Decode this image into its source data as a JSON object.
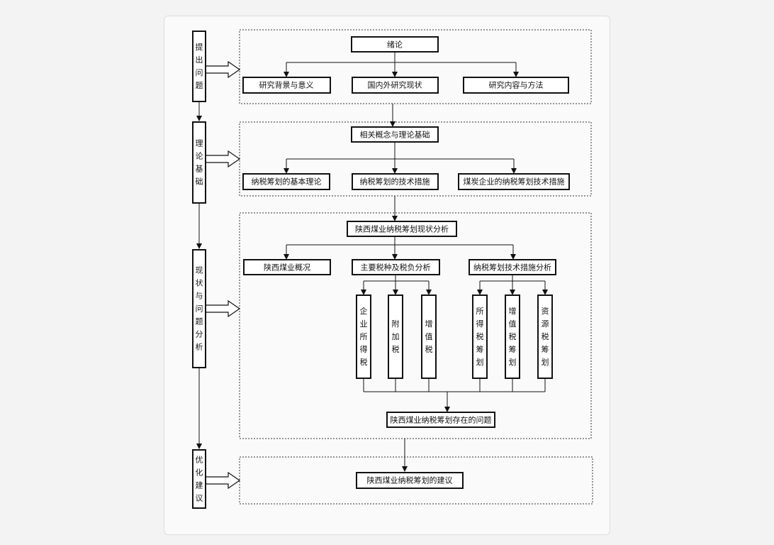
{
  "stages": [
    "提出问题",
    "理论基础",
    "现状与问题分析",
    "优化建议"
  ],
  "section1": {
    "title": "绪论",
    "items": [
      "研究背景与意义",
      "国内外研究现状",
      "研究内容与方法"
    ]
  },
  "section2": {
    "title": "相关概念与理论基础",
    "items": [
      "纳税筹划的基本理论",
      "纳税筹划的技术措施",
      "煤炭企业的纳税筹划技术措施"
    ]
  },
  "section3": {
    "title": "陕西煤业纳税筹划现状分析",
    "items": [
      "陕西煤业概况",
      "主要税种及税负分析",
      "纳税筹划技术措施分析"
    ],
    "tax_types": [
      "企业所得税",
      "附加税",
      "增值税"
    ],
    "planning_types": [
      "所得税筹划",
      "增值税筹划",
      "资源税筹划"
    ],
    "conclusion": "陕西煤业纳税筹划存在的问题"
  },
  "section4": {
    "title": "陕西煤业纳税筹划的建议"
  }
}
